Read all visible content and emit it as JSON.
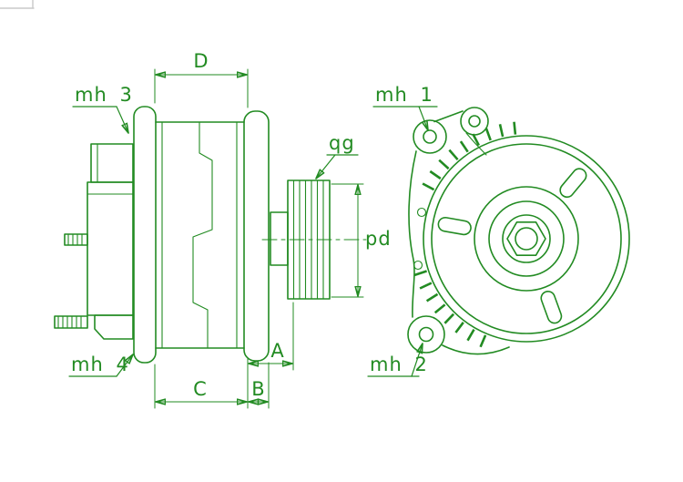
{
  "drawing": {
    "type": "technical-diagram",
    "subject": "alternator two-view dimensional line drawing",
    "colors": {
      "line": "#228b22",
      "background": "#ffffff",
      "artifact": "#c9c9c9"
    },
    "labels": {
      "mh1": "mh 1",
      "mh2": "mh 2",
      "mh3": "mh 3",
      "mh4": "mh 4",
      "qg": "qg",
      "pd": "pd",
      "dim_a": "A",
      "dim_b": "B",
      "dim_c": "C",
      "dim_d": "D"
    }
  }
}
